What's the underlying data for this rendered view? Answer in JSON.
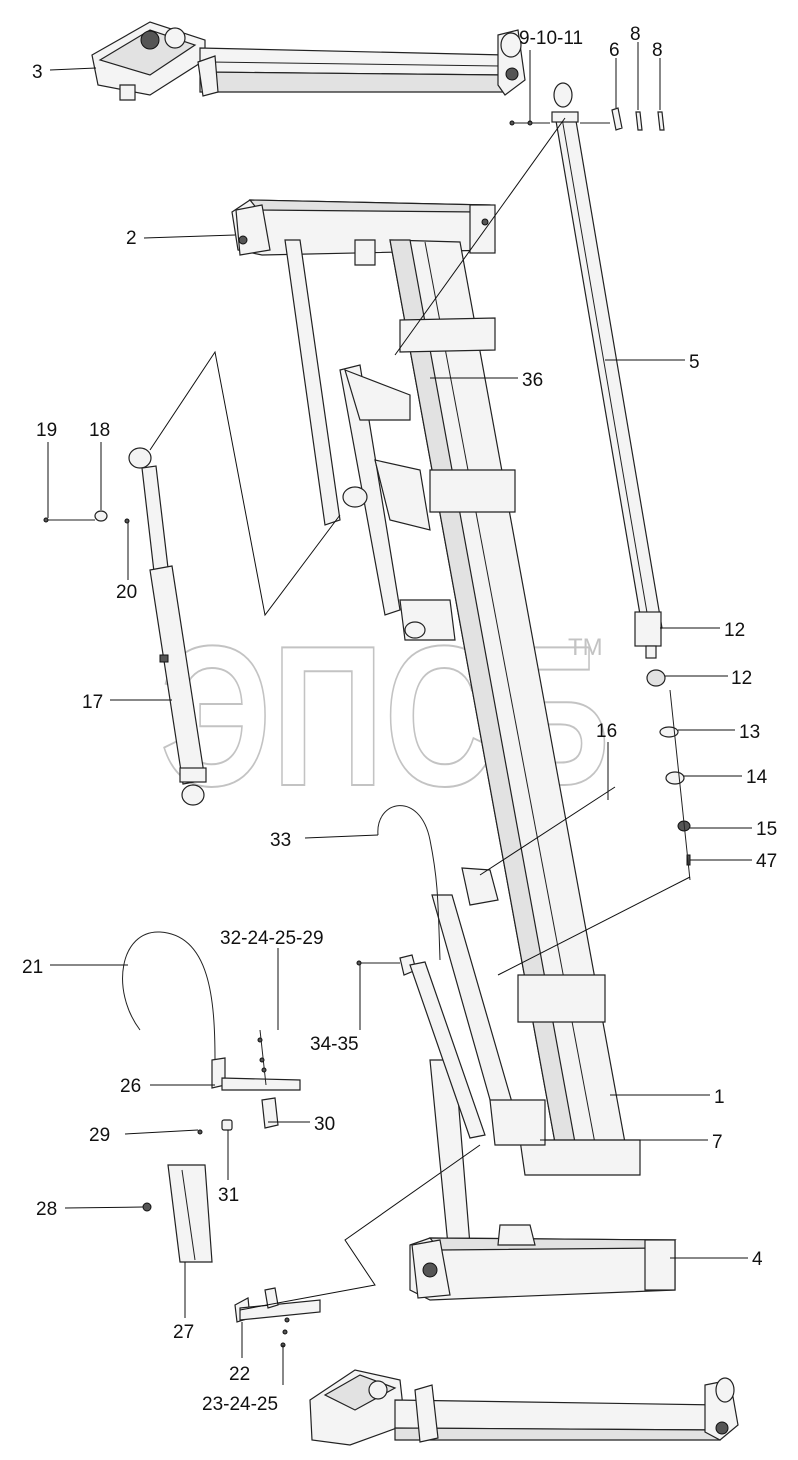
{
  "watermark": {
    "text": "ЭПСБ",
    "tm": "TM"
  },
  "callouts": {
    "c1": "1",
    "c2": "2",
    "c3": "3",
    "c4": "4",
    "c5": "5",
    "c6": "6",
    "c7": "7",
    "c8a": "8",
    "c8b": "8",
    "c9_10_11": "9-10-11",
    "c12a": "12",
    "c12b": "12",
    "c13": "13",
    "c14": "14",
    "c15": "15",
    "c16": "16",
    "c17": "17",
    "c18": "18",
    "c19": "19",
    "c20": "20",
    "c21": "21",
    "c22": "22",
    "c23_24_25": "23-24-25",
    "c26": "26",
    "c27": "27",
    "c28": "28",
    "c29": "29",
    "c30": "30",
    "c31": "31",
    "c32_24_25_29": "32-24-25-29",
    "c33": "33",
    "c34_35": "34-35",
    "c36": "36",
    "c47": "47"
  }
}
